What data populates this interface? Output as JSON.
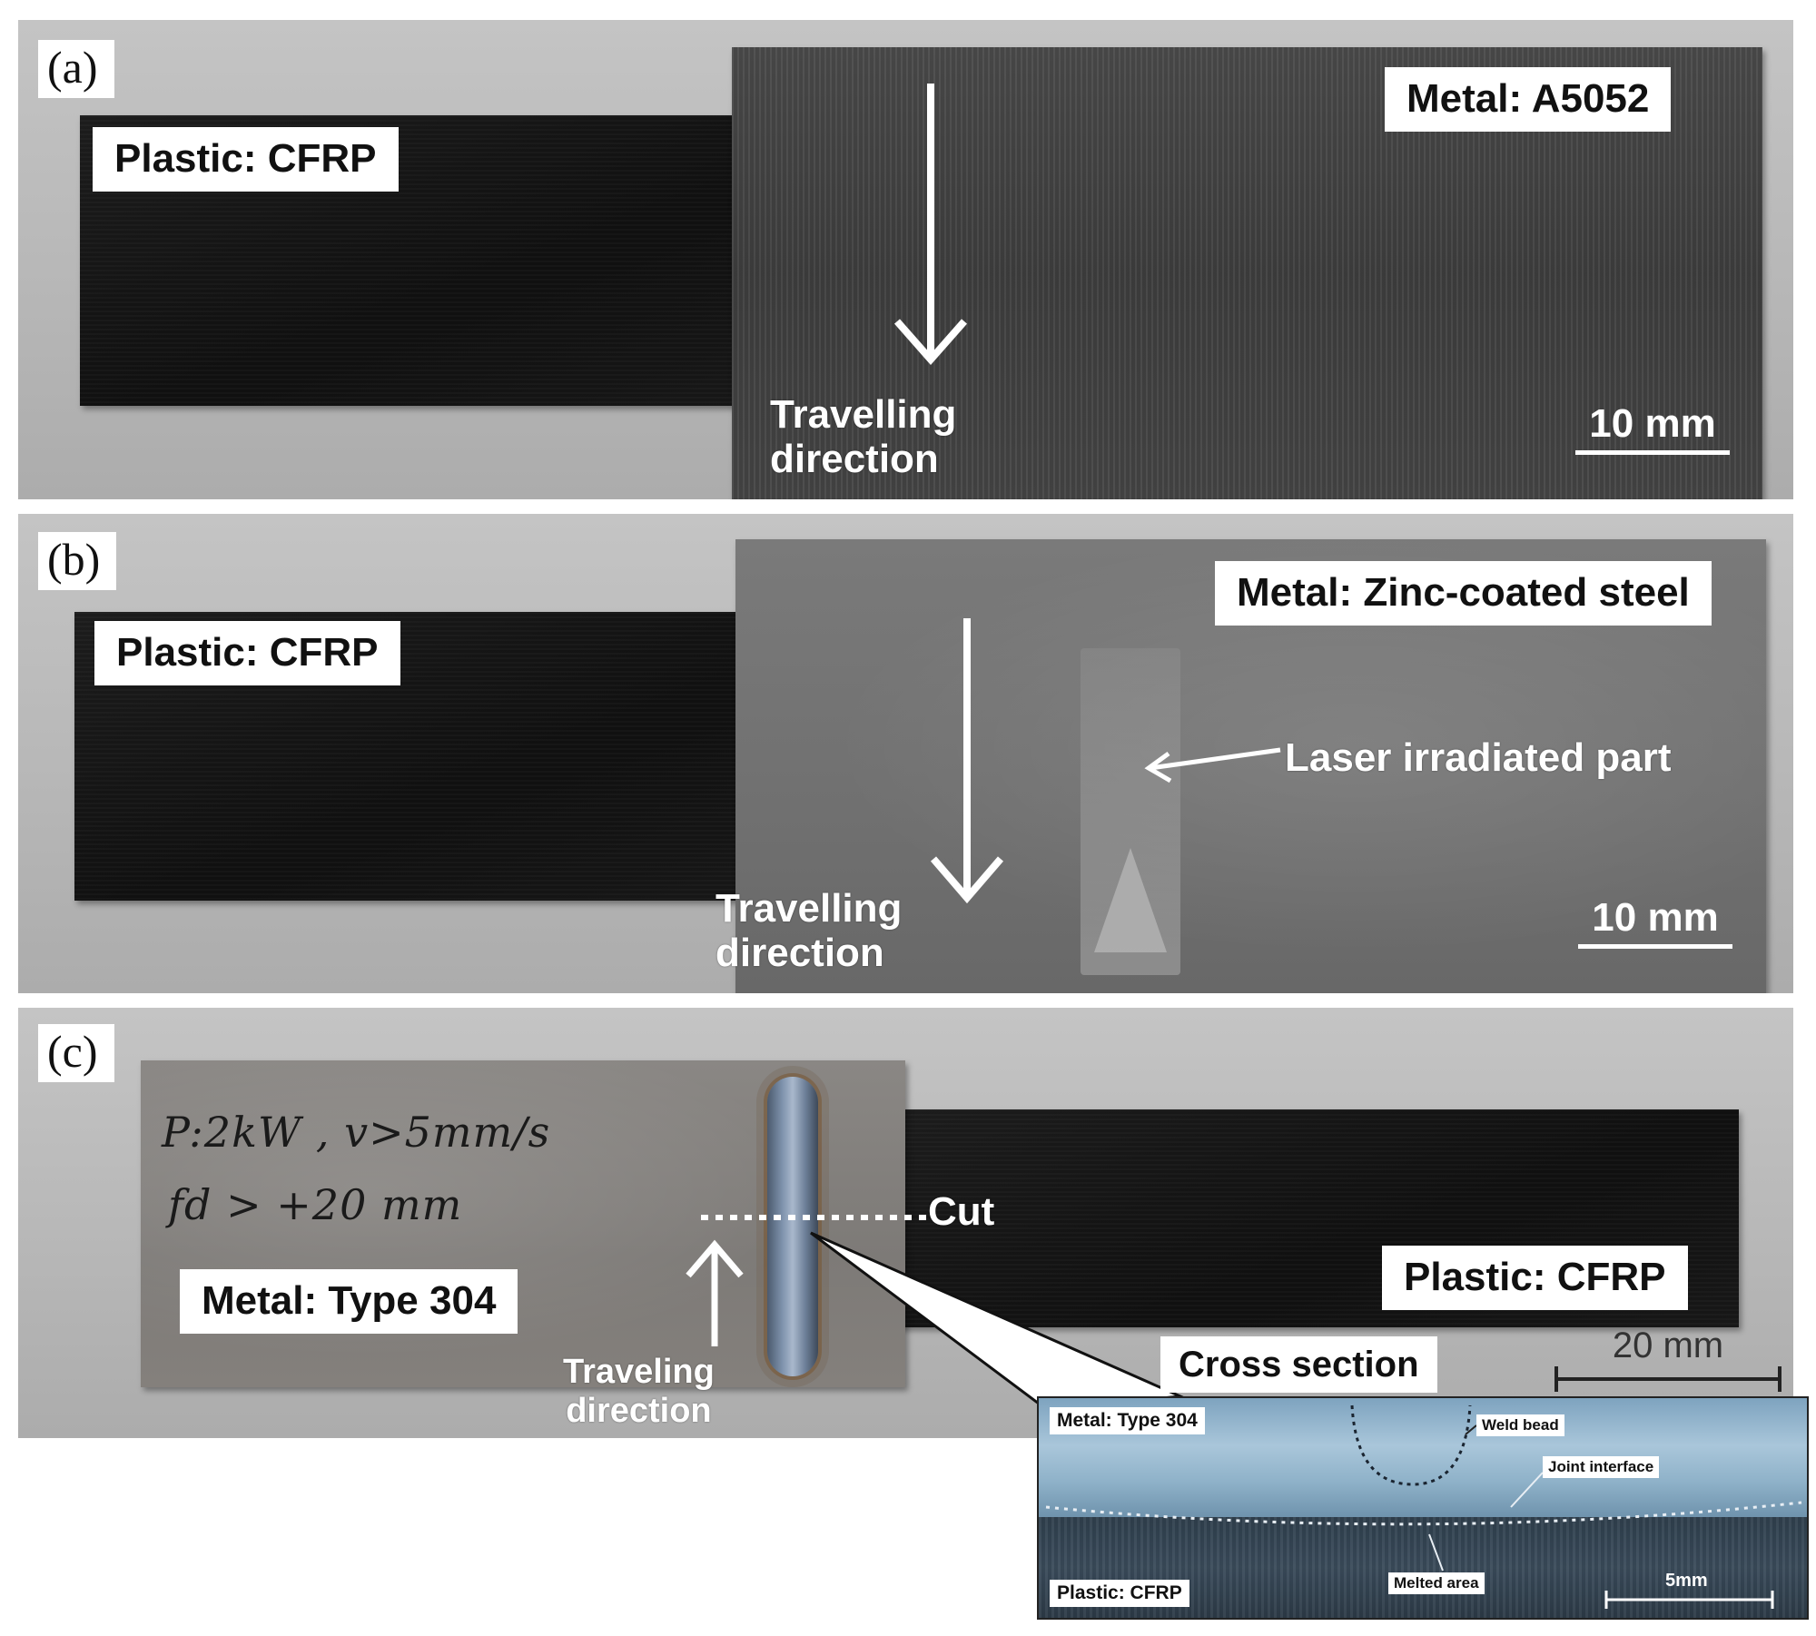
{
  "panel_a": {
    "letter": "(a)",
    "plastic_label": "Plastic: CFRP",
    "metal_label": "Metal: A5052",
    "direction_line1": "Travelling",
    "direction_line2": "direction",
    "scale": "10 mm"
  },
  "panel_b": {
    "letter": "(b)",
    "plastic_label": "Plastic: CFRP",
    "metal_label": "Metal: Zinc-coated steel",
    "laser_label": "Laser irradiated part",
    "direction_line1": "Travelling",
    "direction_line2": "direction",
    "scale": "10 mm"
  },
  "panel_c": {
    "letter": "(c)",
    "handwriting_line1": "P:2kW , v>5mm/s",
    "handwriting_line2": "fd > +20 mm",
    "metal_label": "Metal: Type 304",
    "plastic_label": "Plastic: CFRP",
    "cut_label": "Cut",
    "direction_line1": "Traveling",
    "direction_line2": "direction",
    "cross_section_label": "Cross section",
    "scale": "20 mm",
    "inset": {
      "metal_label": "Metal: Type 304",
      "plastic_label": "Plastic: CFRP",
      "weld_bead": "Weld bead",
      "joint_interface": "Joint interface",
      "melted_area": "Melted area",
      "scale": "5mm"
    }
  }
}
